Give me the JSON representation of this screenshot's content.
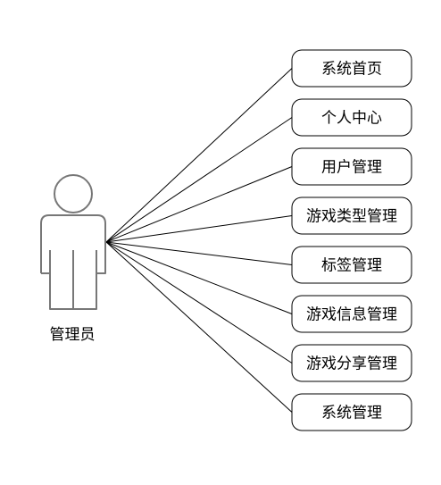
{
  "actor": {
    "label": "管理员"
  },
  "use_cases": [
    {
      "label": "系统首页"
    },
    {
      "label": "个人中心"
    },
    {
      "label": "用户管理"
    },
    {
      "label": "游戏类型管理"
    },
    {
      "label": "标签管理"
    },
    {
      "label": "游戏信息管理"
    },
    {
      "label": "游戏分享管理"
    },
    {
      "label": "系统管理"
    }
  ],
  "colors": {
    "actor_stroke": "#777777",
    "box_stroke": "#000000",
    "line": "#000000",
    "background": "#ffffff"
  }
}
